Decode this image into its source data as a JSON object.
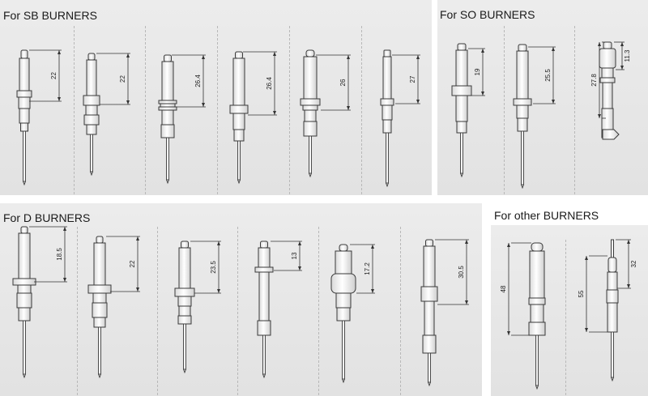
{
  "colors": {
    "panel_bg": "#e6e6e6",
    "electrode_fill": "#f6f6f6",
    "electrode_stroke": "#3a3a3a",
    "dimension_line": "#333333",
    "separator": "#b8b8b8"
  },
  "groups": [
    {
      "id": "sb",
      "title": "For SB BURNERS",
      "electrodes": [
        {
          "dimension": "22",
          "style": "a"
        },
        {
          "dimension": "22",
          "style": "b"
        },
        {
          "dimension": "26.4",
          "style": "c"
        },
        {
          "dimension": "26.4",
          "style": "d"
        },
        {
          "dimension": "26",
          "style": "e"
        },
        {
          "dimension": "27",
          "style": "f"
        }
      ]
    },
    {
      "id": "so",
      "title": "For SO BURNERS",
      "electrodes": [
        {
          "dimension": "19",
          "style": "g"
        },
        {
          "dimension": "25.5",
          "style": "h"
        },
        {
          "dimension": "27.8",
          "dimension2": "11.3",
          "style": "i"
        }
      ]
    },
    {
      "id": "d",
      "title": "For D BURNERS",
      "electrodes": [
        {
          "dimension": "18.5",
          "style": "j"
        },
        {
          "dimension": "22",
          "style": "k"
        },
        {
          "dimension": "23.5",
          "style": "l"
        },
        {
          "dimension": "13",
          "style": "m"
        },
        {
          "dimension": "17.2",
          "style": "n"
        },
        {
          "dimension": "30.5",
          "style": "o"
        }
      ]
    },
    {
      "id": "other",
      "title": "For other BURNERS",
      "electrodes": [
        {
          "dimension": "48",
          "style": "p"
        },
        {
          "dimension": "55",
          "dimension2": "32",
          "style": "q"
        }
      ]
    }
  ]
}
